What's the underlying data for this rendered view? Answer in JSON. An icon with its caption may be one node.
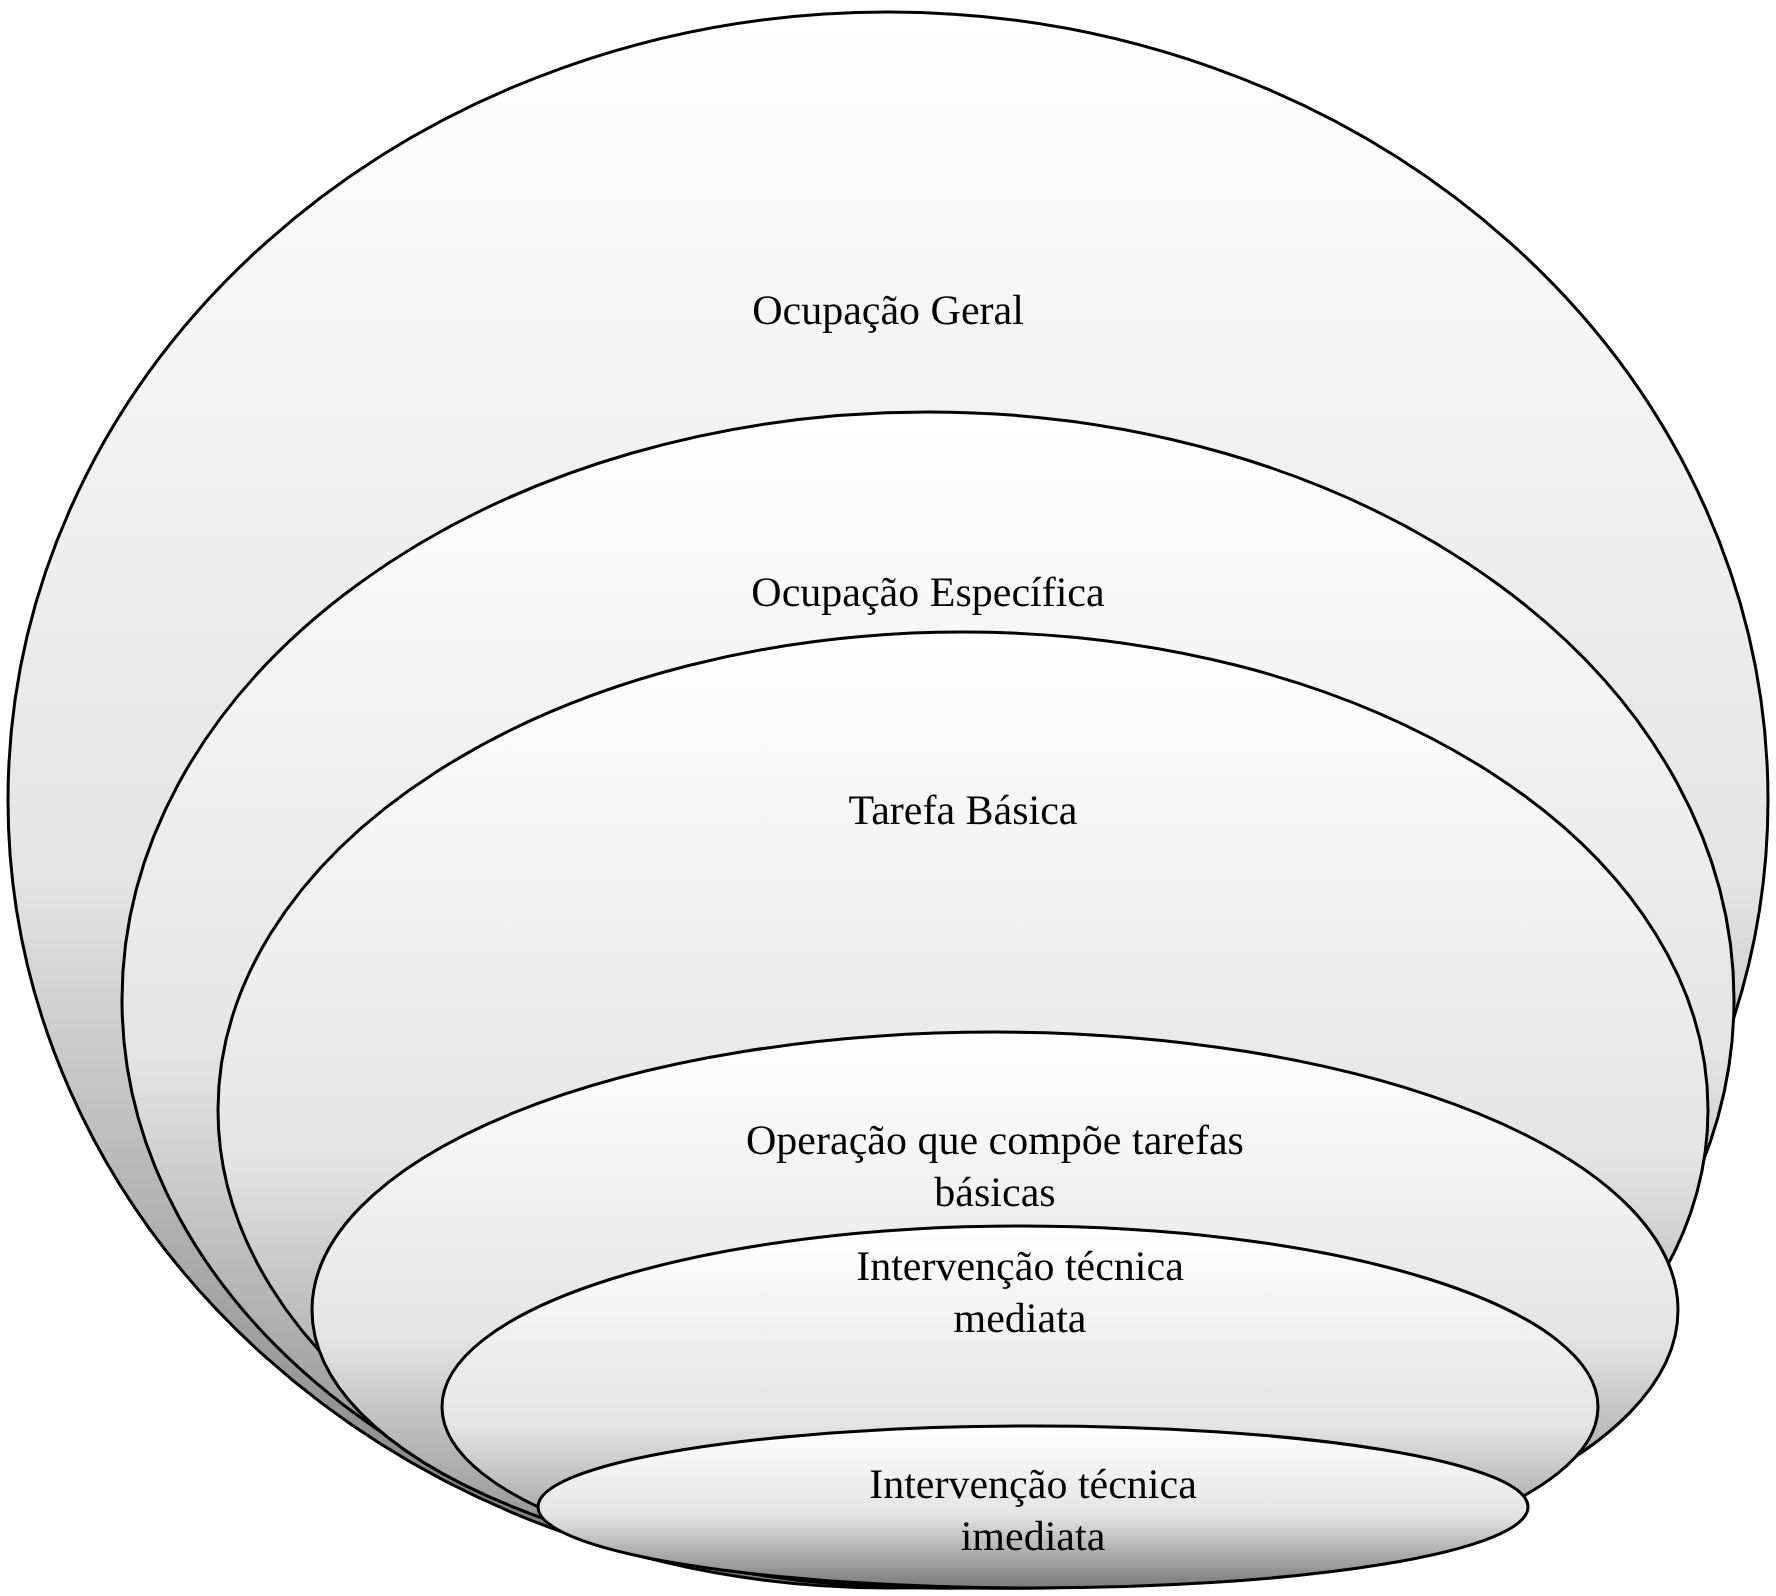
{
  "diagram": {
    "nodes": [
      {
        "text": [
          "Ocupação Geral"
        ]
      },
      {
        "text": [
          "Ocupação Específica"
        ],
        "in": 0
      },
      {
        "text": [
          "Tarefa Básica"
        ],
        "in": 1
      },
      {
        "text": [
          "Operação que compõe tarefas básicas"
        ],
        "in": 2
      },
      {
        "text": [
          "Intervenção técnica mediata"
        ],
        "in": 3
      },
      {
        "text": [
          "Intervenção técnica imediata"
        ],
        "in": 4
      }
    ]
  }
}
